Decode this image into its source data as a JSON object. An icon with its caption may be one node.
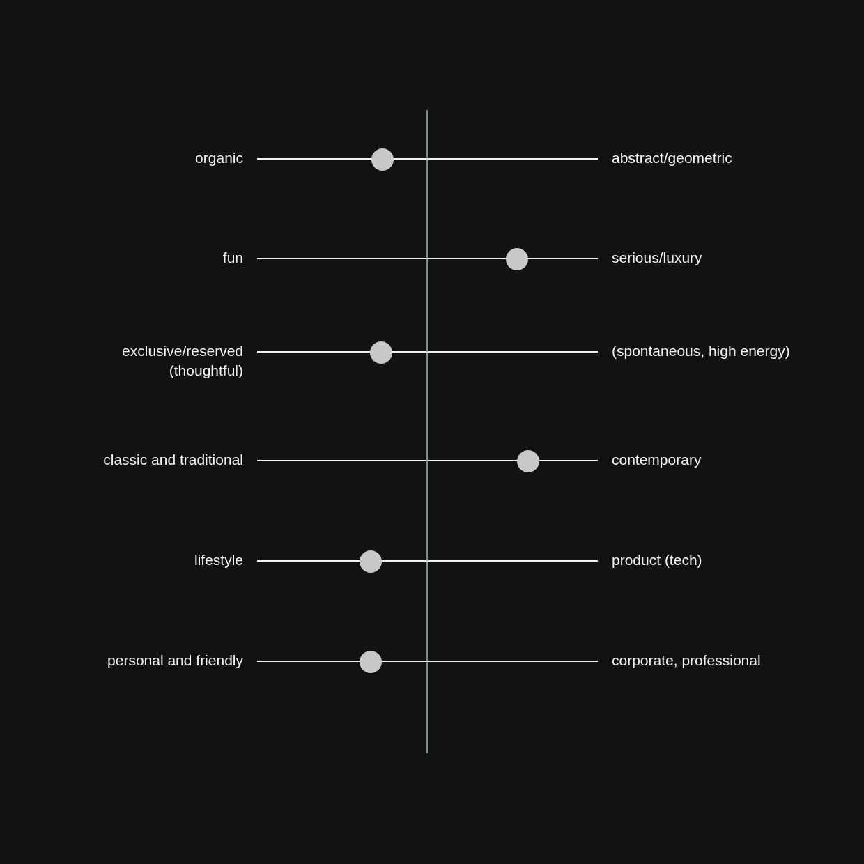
{
  "diagram": {
    "labels": [
      "organic",
      "abstract/geometric",
      "fun",
      "serious/luxury",
      "exclusive/reserved (thoughtful)",
      "(spontaneous, high energy)",
      "classic and traditional",
      "contemporary",
      "lifestyle",
      "product (tech)",
      "personal and friendly",
      "corporate, professional"
    ]
  }
}
